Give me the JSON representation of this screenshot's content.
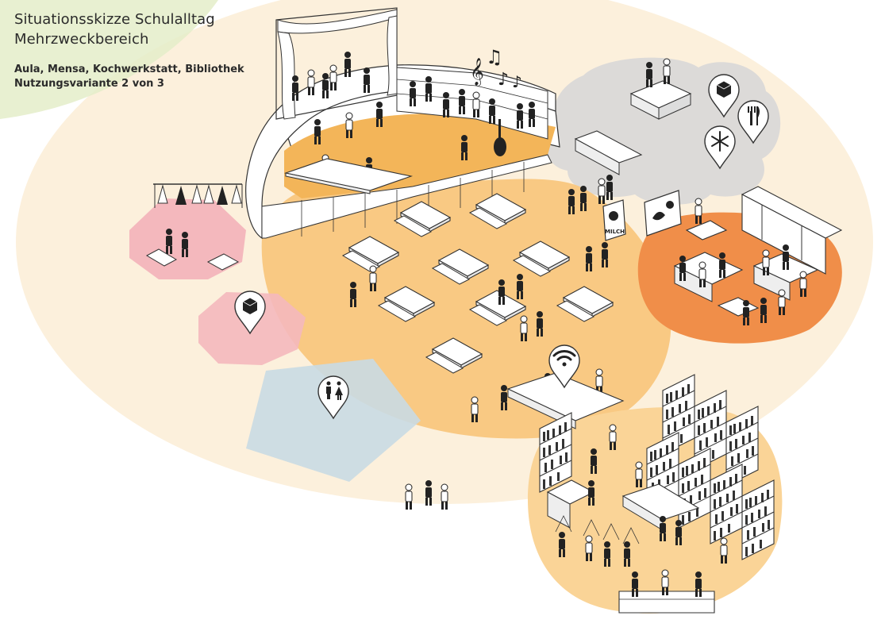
{
  "header": {
    "title_line1": "Situationsskizze Schulalltag",
    "title_line2": "Mehrzweckbereich",
    "subtitle_line1": "Aula, Mensa, Kochwerkstatt, Bibliothek",
    "subtitle_line2": "Nutzungsvariante 2 von 3"
  },
  "signs": {
    "milch": "MILCH"
  },
  "zone_colors": {
    "outer": "#fcf0dc",
    "corner": "#e4edc9",
    "main_hall": "#f9c983",
    "stage_floor": "#f3b559",
    "kitchen": "#f08e49",
    "storage_cloud": "#dcdad8",
    "cloakroom": "#f4b8bd",
    "toilets": "#c9dae3",
    "library": "#fad497"
  },
  "icons": [
    "storage-icon",
    "cutlery-icon",
    "snowflake-icon",
    "wifi-icon",
    "toilet-icon",
    "music-notes-icon"
  ]
}
